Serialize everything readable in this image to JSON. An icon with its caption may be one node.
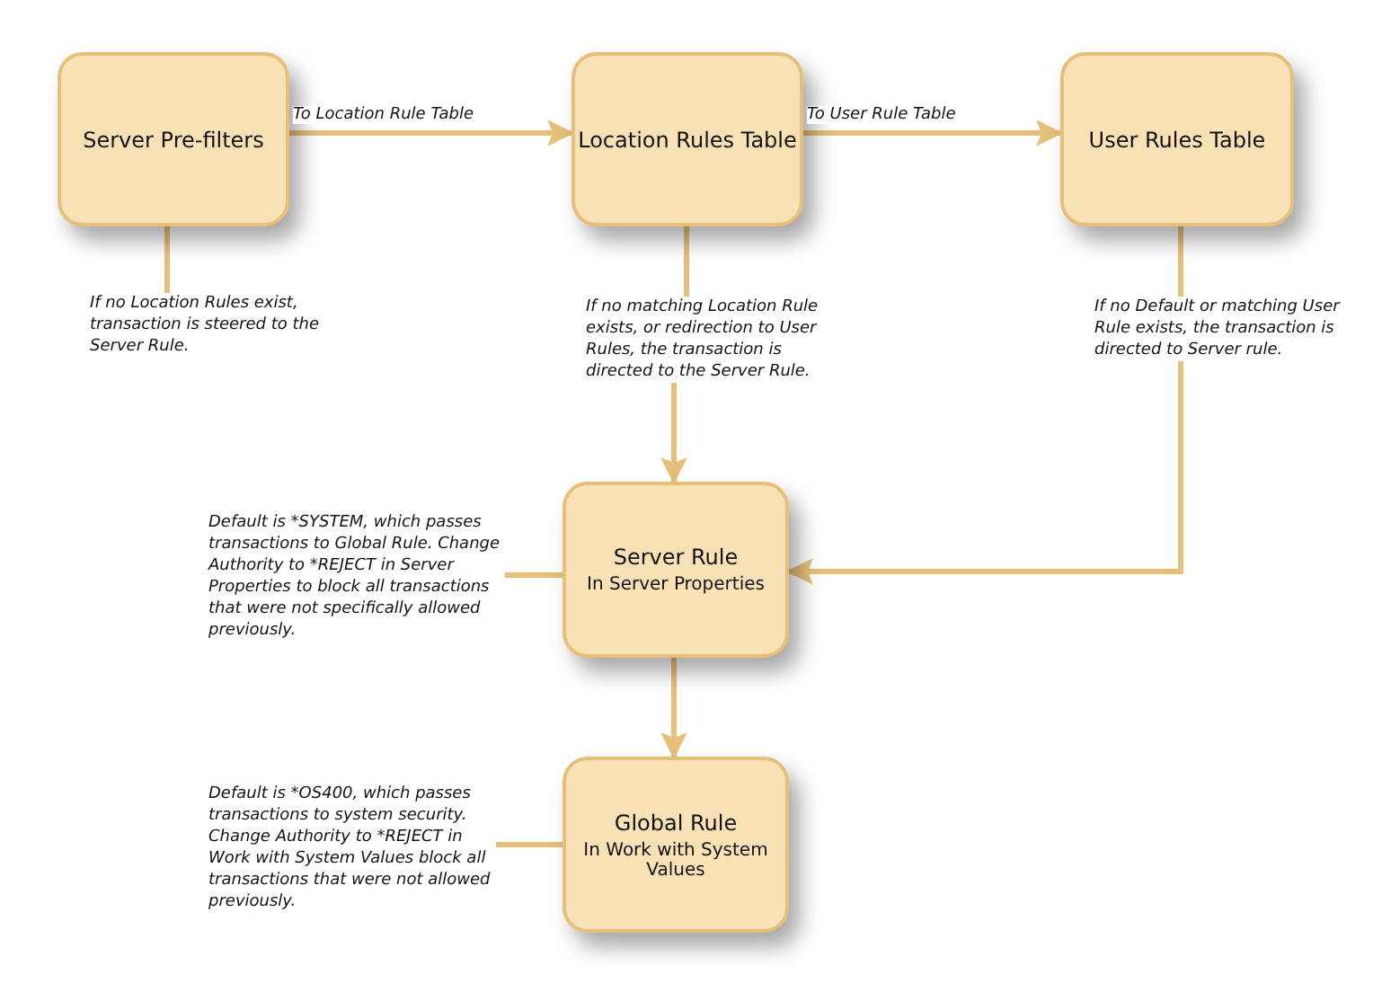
{
  "diagram": {
    "nodes": [
      {
        "text": [
          "Server Pre-filters"
        ]
      },
      {
        "text": [
          "Location Rules Table"
        ]
      },
      {
        "text": [
          "User Rules Table"
        ]
      },
      {
        "text": [
          "Server Rule",
          "In Server Properties"
        ]
      },
      {
        "text": [
          "Global Rule",
          "In Work with System Values"
        ]
      },
      {
        "text": [
          "If no Location Rules exist, transaction is steered to the Server Rule."
        ]
      },
      {
        "text": [
          "If no matching Location Rule exists, or redirection to User Rules, the transaction is directed to the Server Rule."
        ]
      },
      {
        "text": [
          "If no Default or matching User Rule exists, the transaction is directed to Server rule."
        ]
      },
      {
        "text": [
          "Default is *SYSTEM, which passes transactions to Global Rule. Change Authority to *REJECT in Server Properties to block all transactions that were not specifically allowed previously."
        ]
      },
      {
        "text": [
          "Default is *OS400, which passes transactions to system security. Change Authority to *REJECT in Work with System Values block all transactions that were not allowed previously."
        ]
      }
    ],
    "edges": [
      {
        "from": 0,
        "to": 1,
        "arrow": "to",
        "label": "To Location Rule Table"
      },
      {
        "from": 1,
        "to": 2,
        "arrow": "to",
        "label": "To User Rule Table"
      },
      {
        "from": 0,
        "to": 5,
        "arrow": "none"
      },
      {
        "from": 1,
        "to": 6,
        "arrow": "none"
      },
      {
        "from": 6,
        "to": 3,
        "arrow": "to"
      },
      {
        "from": 2,
        "to": 7,
        "arrow": "none"
      },
      {
        "from": 7,
        "to": 3,
        "arrow": "to"
      },
      {
        "from": 8,
        "to": 3,
        "arrow": "none"
      },
      {
        "from": 3,
        "to": 4,
        "arrow": "to"
      },
      {
        "from": 9,
        "to": 4,
        "arrow": "none"
      }
    ]
  }
}
